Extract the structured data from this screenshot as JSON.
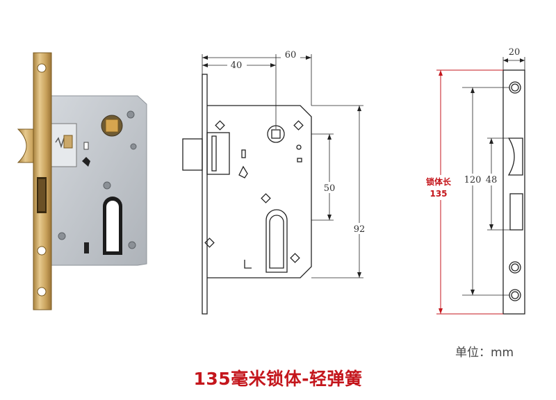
{
  "dimensions": {
    "backset": "40",
    "body_width": "60",
    "follower_to_cylinder": "50",
    "body_height": "92",
    "faceplate_width": "20",
    "screw_spacing": "120",
    "latch_to_bolt": "48"
  },
  "lock_length_label": "锁体长",
  "lock_length_value": "135",
  "unit_label": "单位：mm",
  "caption": "135毫米锁体-轻弹簧",
  "colors": {
    "accent_red": "#c4161c",
    "brass": "#c9a25c",
    "steel": "#bcc1c7"
  }
}
